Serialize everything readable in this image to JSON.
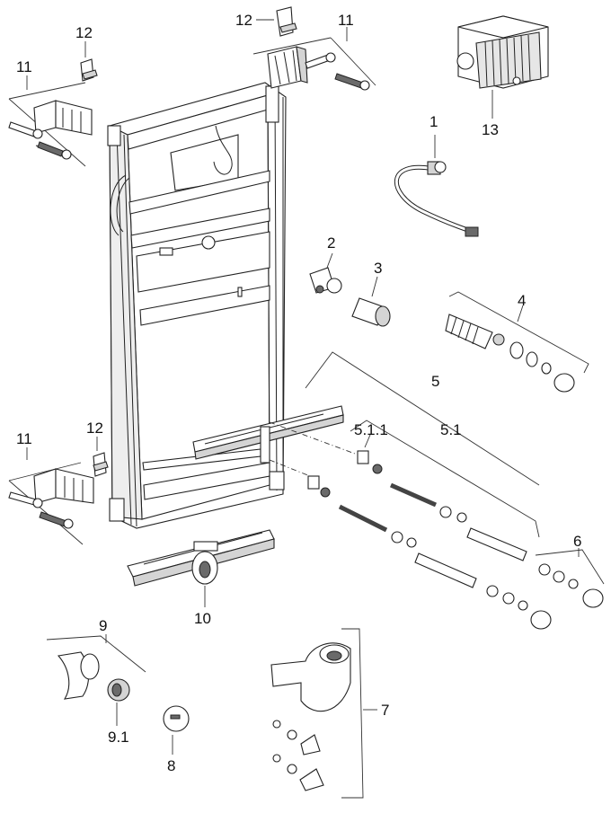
{
  "labels": {
    "l1": "1",
    "l2": "2",
    "l3": "3",
    "l4": "4",
    "l5": "5",
    "l5_1": "5.1",
    "l5_1_1": "5.1.1",
    "l6": "6",
    "l7": "7",
    "l8": "8",
    "l9": "9",
    "l9_1": "9.1",
    "l10": "10",
    "l11a": "11",
    "l11b": "11",
    "l11c": "11",
    "l12a": "12",
    "l12b": "12",
    "l12c": "12",
    "l13": "13"
  },
  "colors": {
    "line": "#222222",
    "fill": "#ffffff",
    "shade": "#d4d4d4",
    "dark": "#6a6a6a"
  }
}
